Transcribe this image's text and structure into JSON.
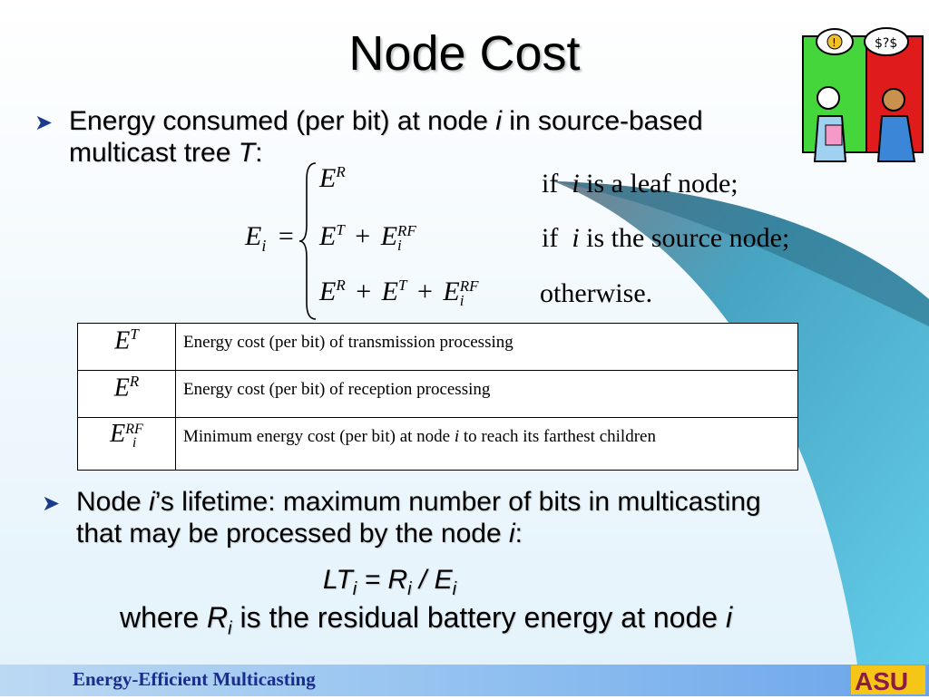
{
  "title": "Node Cost",
  "bullet1": {
    "text_a": "Energy consumed (per bit) at node ",
    "var_i": "i",
    "text_b": " in source-based",
    "text_c": "multicast tree ",
    "var_T": "T",
    "text_d": ":"
  },
  "equation": {
    "lhs_E": "E",
    "lhs_sub": "i",
    "equals": "=",
    "case1": {
      "E": "E",
      "sup": "R"
    },
    "case2": {
      "E1": "E",
      "sup1": "T",
      "plus": "+",
      "E2": "E",
      "sup2": "RF",
      "sub2": "i"
    },
    "case3": {
      "E1": "E",
      "sup1": "R",
      "plus1": "+",
      "E2": "E",
      "sup2": "T",
      "plus2": "+",
      "E3": "E",
      "sup3": "RF",
      "sub3": "i"
    },
    "cond1": {
      "if": "if",
      "i": "i",
      "rest": "is a leaf  node;"
    },
    "cond2": {
      "if": "if",
      "i": "i",
      "rest": "is  the source node;"
    },
    "cond3": "otherwise."
  },
  "table": [
    {
      "sym": "E",
      "sup": "T",
      "sub": "",
      "desc": "Energy cost (per bit) of transmission processing"
    },
    {
      "sym": "E",
      "sup": "R",
      "sub": "",
      "desc": "Energy cost (per bit) of reception processing"
    },
    {
      "sym": "E",
      "sup": "RF",
      "sub": "i",
      "desc_a": "Minimum energy cost (per bit) at node ",
      "desc_i": "i",
      "desc_b": " to reach its farthest children"
    }
  ],
  "bullet2": {
    "text_a": "Node ",
    "var_i": "i",
    "text_b": "’s lifetime: maximum number of bits in multicasting",
    "text_c": "that may be processed by the node ",
    "var_i2": "i",
    "text_d": ":"
  },
  "lifetime": {
    "LT": "LT",
    "LT_sub": "i",
    "eq": " = ",
    "R": "R",
    "R_sub": "i",
    "slash": " / ",
    "E": "E",
    "E_sub": "i"
  },
  "where": {
    "text_a": "where ",
    "R": "R",
    "R_sub": "i",
    "text_b": " is the residual battery energy at node ",
    "var_i": "i"
  },
  "footer": {
    "text": "Energy-Efficient Multicasting",
    "logo": "ASU"
  },
  "icons": {
    "bullet": "arrowhead-bullet-icon",
    "clipart": "people-thinking-clipart-icon"
  },
  "colors": {
    "bullet": "#1c3a8c",
    "footer_text": "#1a2c8c",
    "ribbon": "#3fb3d8",
    "logo": "#8c1d40"
  }
}
